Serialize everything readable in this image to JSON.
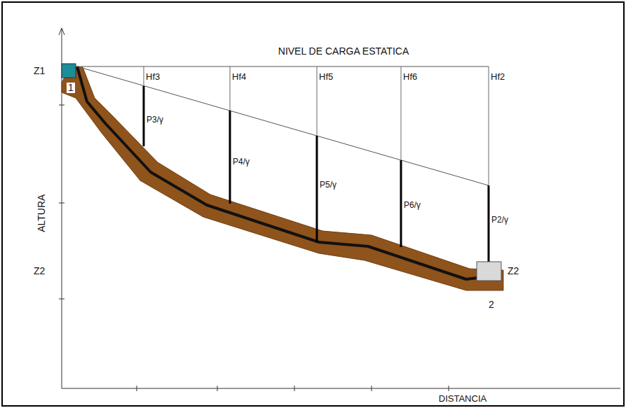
{
  "diagram": {
    "labels": [
      "NIVEL DE CARGA ESTATICA",
      "Z1",
      "1",
      "Hf3",
      "Hf4",
      "Hf5",
      "Hf6",
      "Hf2",
      "P3/γ",
      "P4/γ",
      "P5/γ",
      "P6/γ",
      "P2/γ",
      "ALTURA",
      "Z2",
      "Z2",
      "2",
      "DISTANCIA"
    ]
  }
}
